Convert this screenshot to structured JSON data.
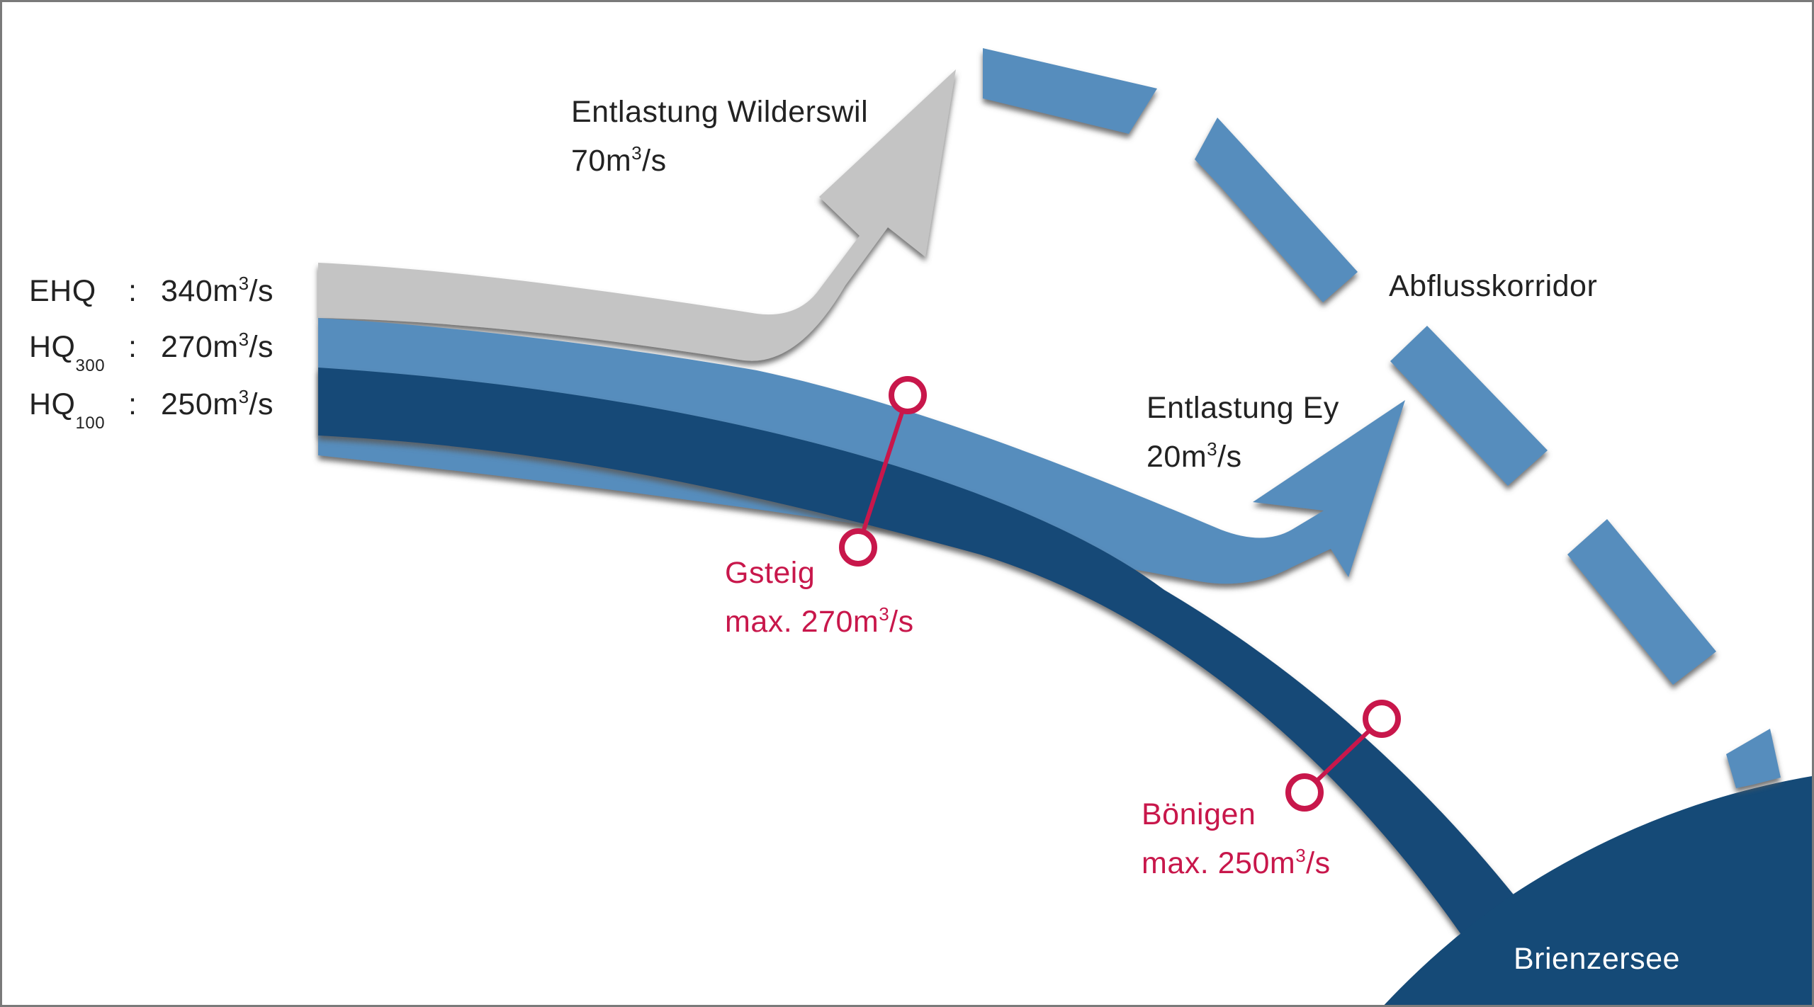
{
  "colors": {
    "dark_blue": "#154a77",
    "mid_blue": "#568dbd",
    "light_gray": "#c4c4c4",
    "shadow": "#6b6b6b",
    "red": "#c8174b",
    "text": "#222222"
  },
  "legend": [
    {
      "name": "EHQ",
      "sub": "",
      "sep": ":",
      "value": "340m",
      "unit_exp": "3",
      "unit_tail": "/s"
    },
    {
      "name": "HQ",
      "sub": "300",
      "sep": ":",
      "value": "270m",
      "unit_exp": "3",
      "unit_tail": "/s"
    },
    {
      "name": "HQ",
      "sub": "100",
      "sep": ":",
      "value": "250m",
      "unit_exp": "3",
      "unit_tail": "/s"
    }
  ],
  "relief_wilderswil": {
    "title": "Entlastung Wilderswil",
    "value": "70m",
    "unit_exp": "3",
    "unit_tail": "/s"
  },
  "relief_ey": {
    "title": "Entlastung Ey",
    "value": "20m",
    "unit_exp": "3",
    "unit_tail": "/s"
  },
  "corridor": {
    "label": "Abflusskorridor"
  },
  "gsteig": {
    "title": "Gsteig",
    "capacity": "max. 270m",
    "unit_exp": "3",
    "unit_tail": "/s"
  },
  "boenigen": {
    "title": "Bönigen",
    "capacity": "max. 250m",
    "unit_exp": "3",
    "unit_tail": "/s"
  },
  "lake": {
    "label": "Brienzersee"
  }
}
